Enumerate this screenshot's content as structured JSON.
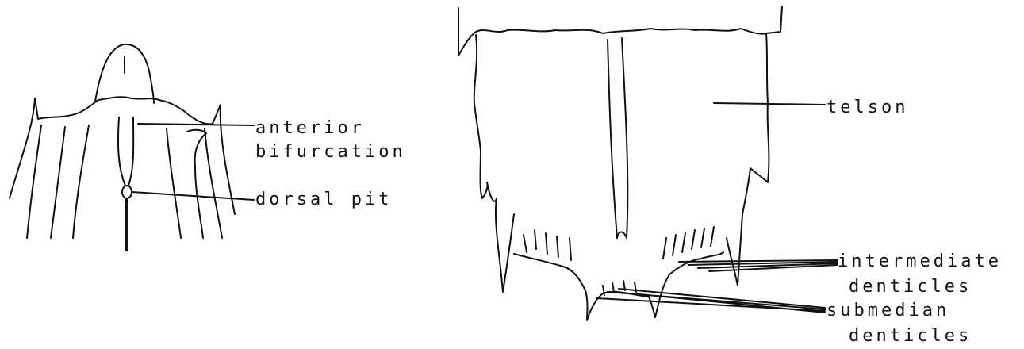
{
  "labels": {
    "anterior": "anterior",
    "bifurcation": "bifurcation",
    "dorsal_pit": "dorsal pit",
    "telson": "telson",
    "intermediate": "intermediate",
    "intermediate_denticles": "denticles",
    "submedian": "submedian",
    "submedian_denticles": "denticles"
  },
  "colors": {
    "ink": "#111111",
    "background": "#ffffff"
  }
}
